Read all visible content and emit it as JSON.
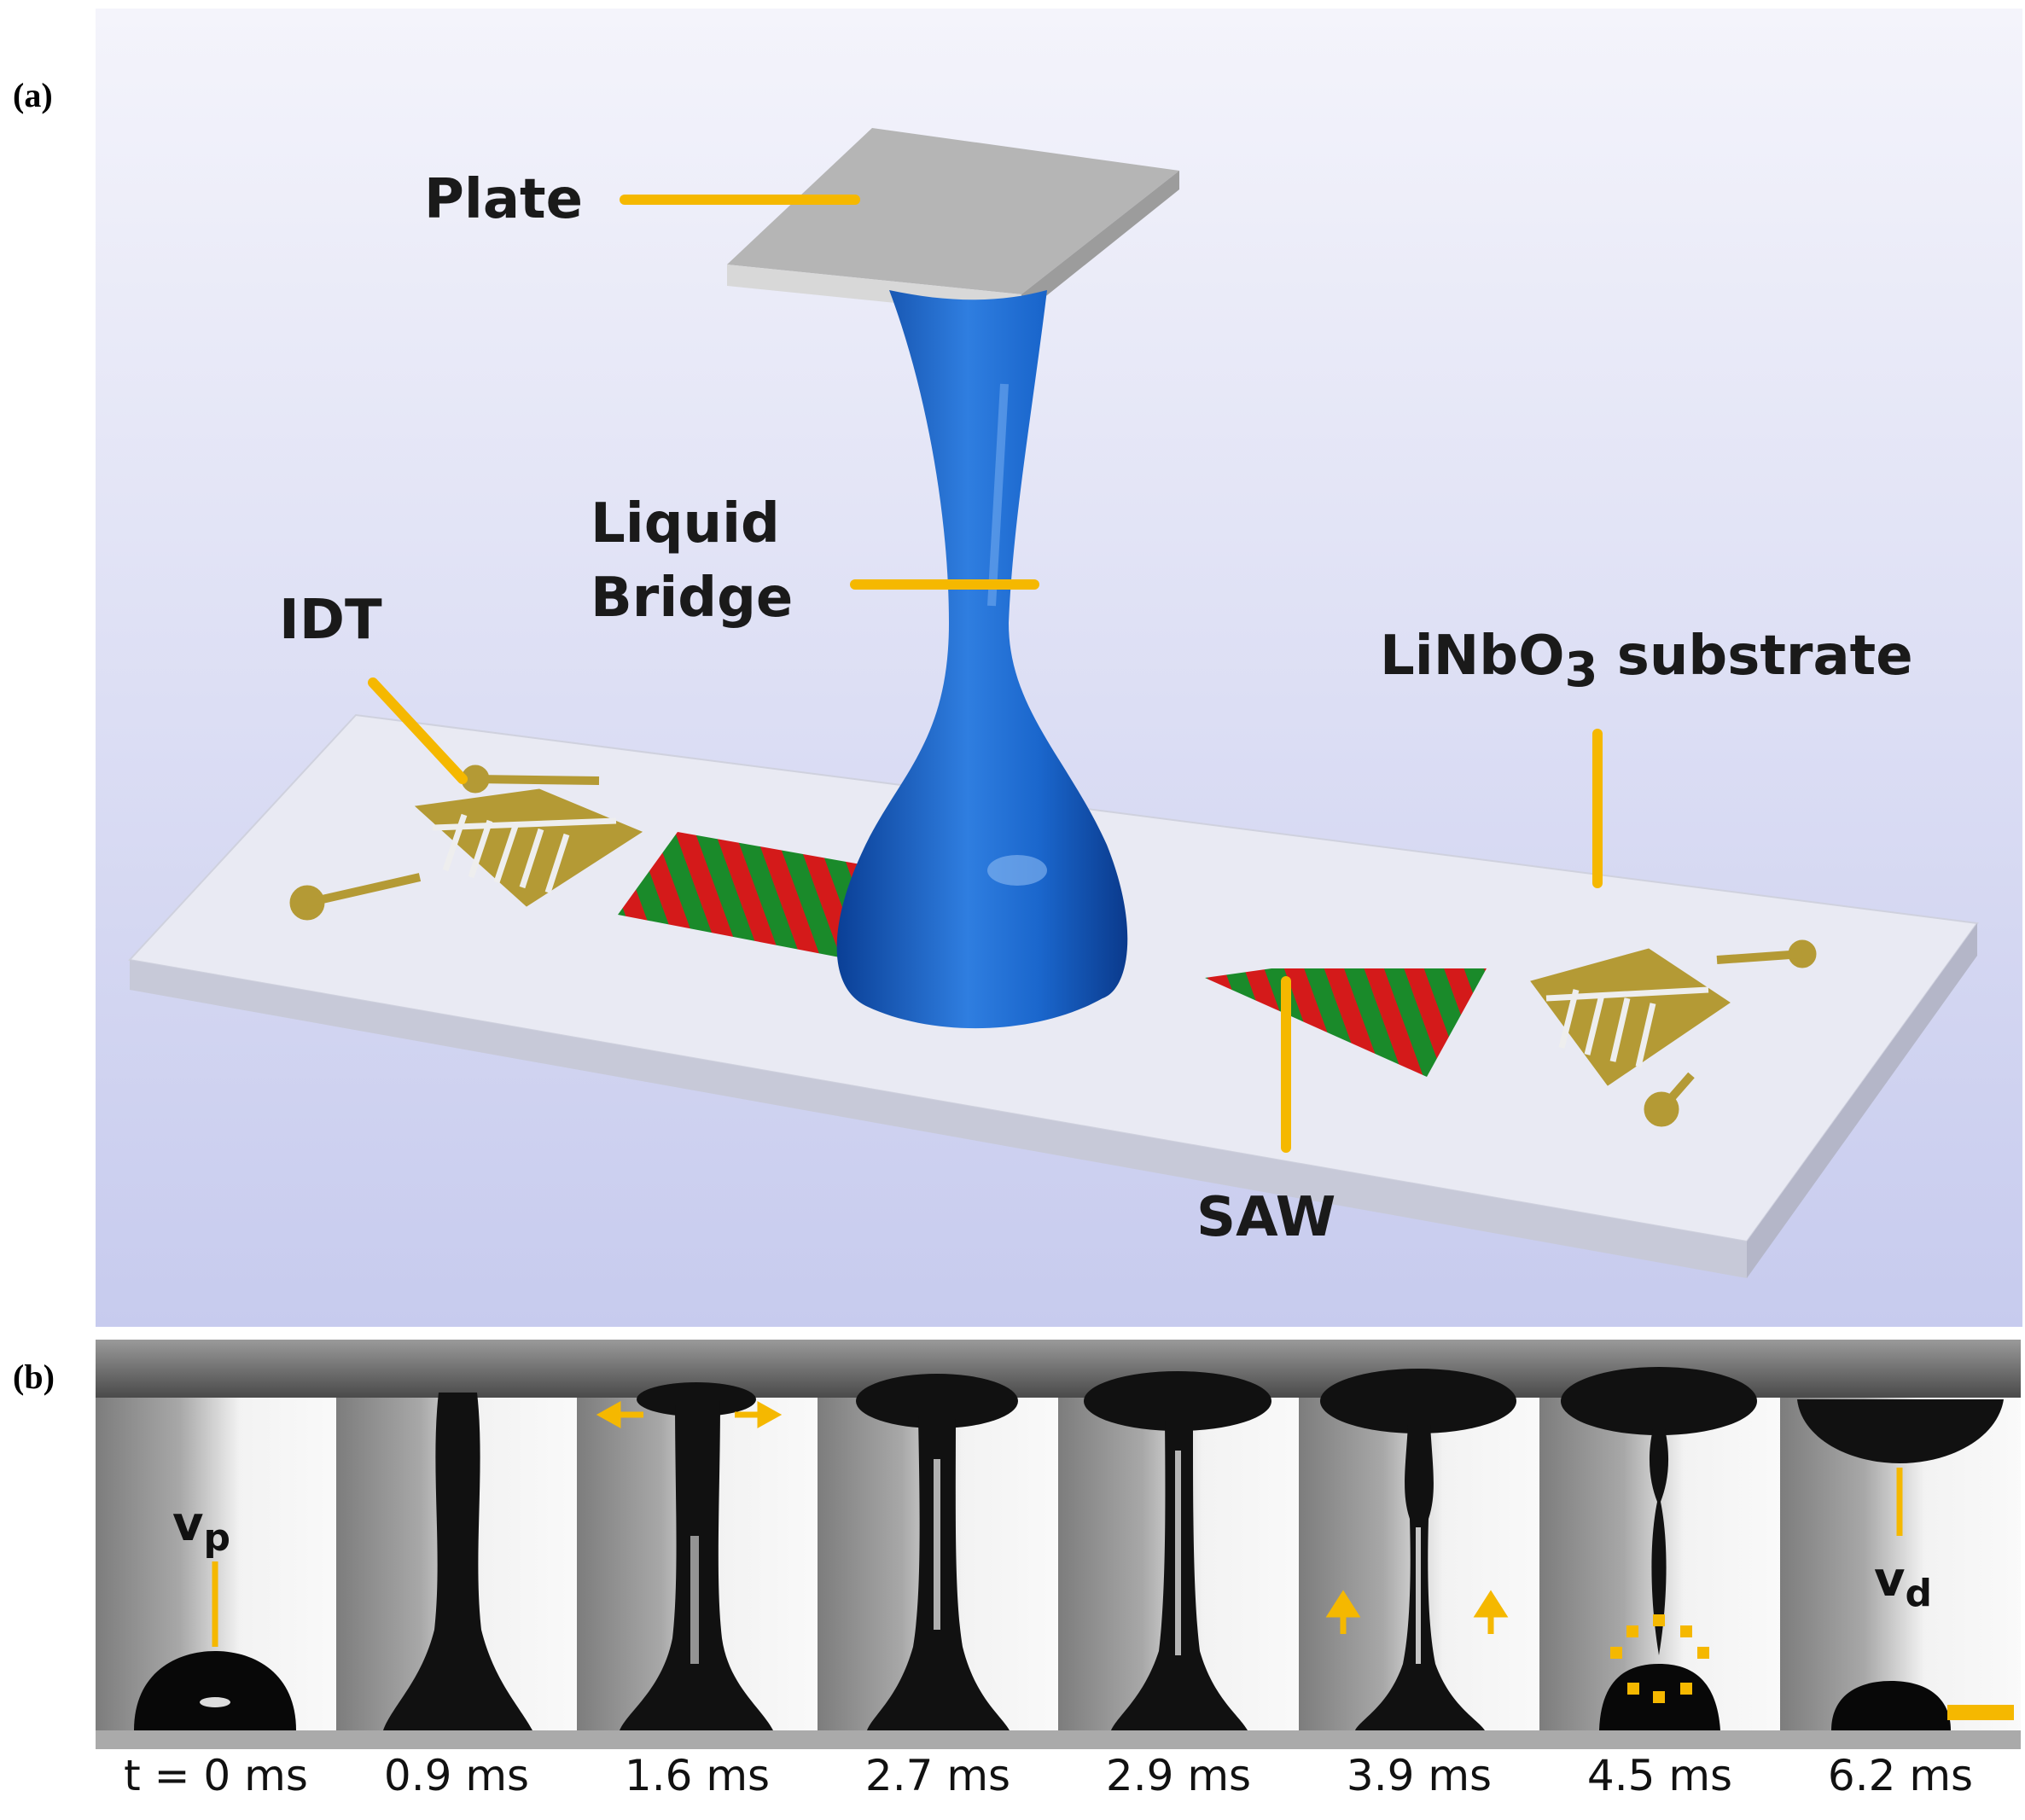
{
  "panels": {
    "a": "(a)",
    "b": "(b)"
  },
  "diagram": {
    "labels": {
      "plate": "Plate",
      "liquid_line1": "Liquid",
      "liquid_line2": "Bridge",
      "idt": "IDT",
      "substrate_main": "LiNbO",
      "substrate_sub": "3",
      "substrate_rest": " substrate",
      "saw": "SAW"
    },
    "colors": {
      "background_top": "#f4f4fb",
      "background_bottom": "#c7cbee",
      "plate": "#b5b5b5",
      "liquid": "#1460c8",
      "idt_gold": "#b49a35",
      "saw_red": "#d41a1a",
      "saw_green": "#1a8a2a",
      "leader": "#f5b800"
    }
  },
  "sequence": {
    "vp": "v",
    "vp_sub": "p",
    "vd": "v",
    "vd_sub": "d",
    "times": [
      "t = 0 ms",
      "0.9 ms",
      "1.6 ms",
      "2.7 ms",
      "2.9 ms",
      "3.9 ms",
      "4.5 ms",
      "6.2 ms"
    ]
  }
}
